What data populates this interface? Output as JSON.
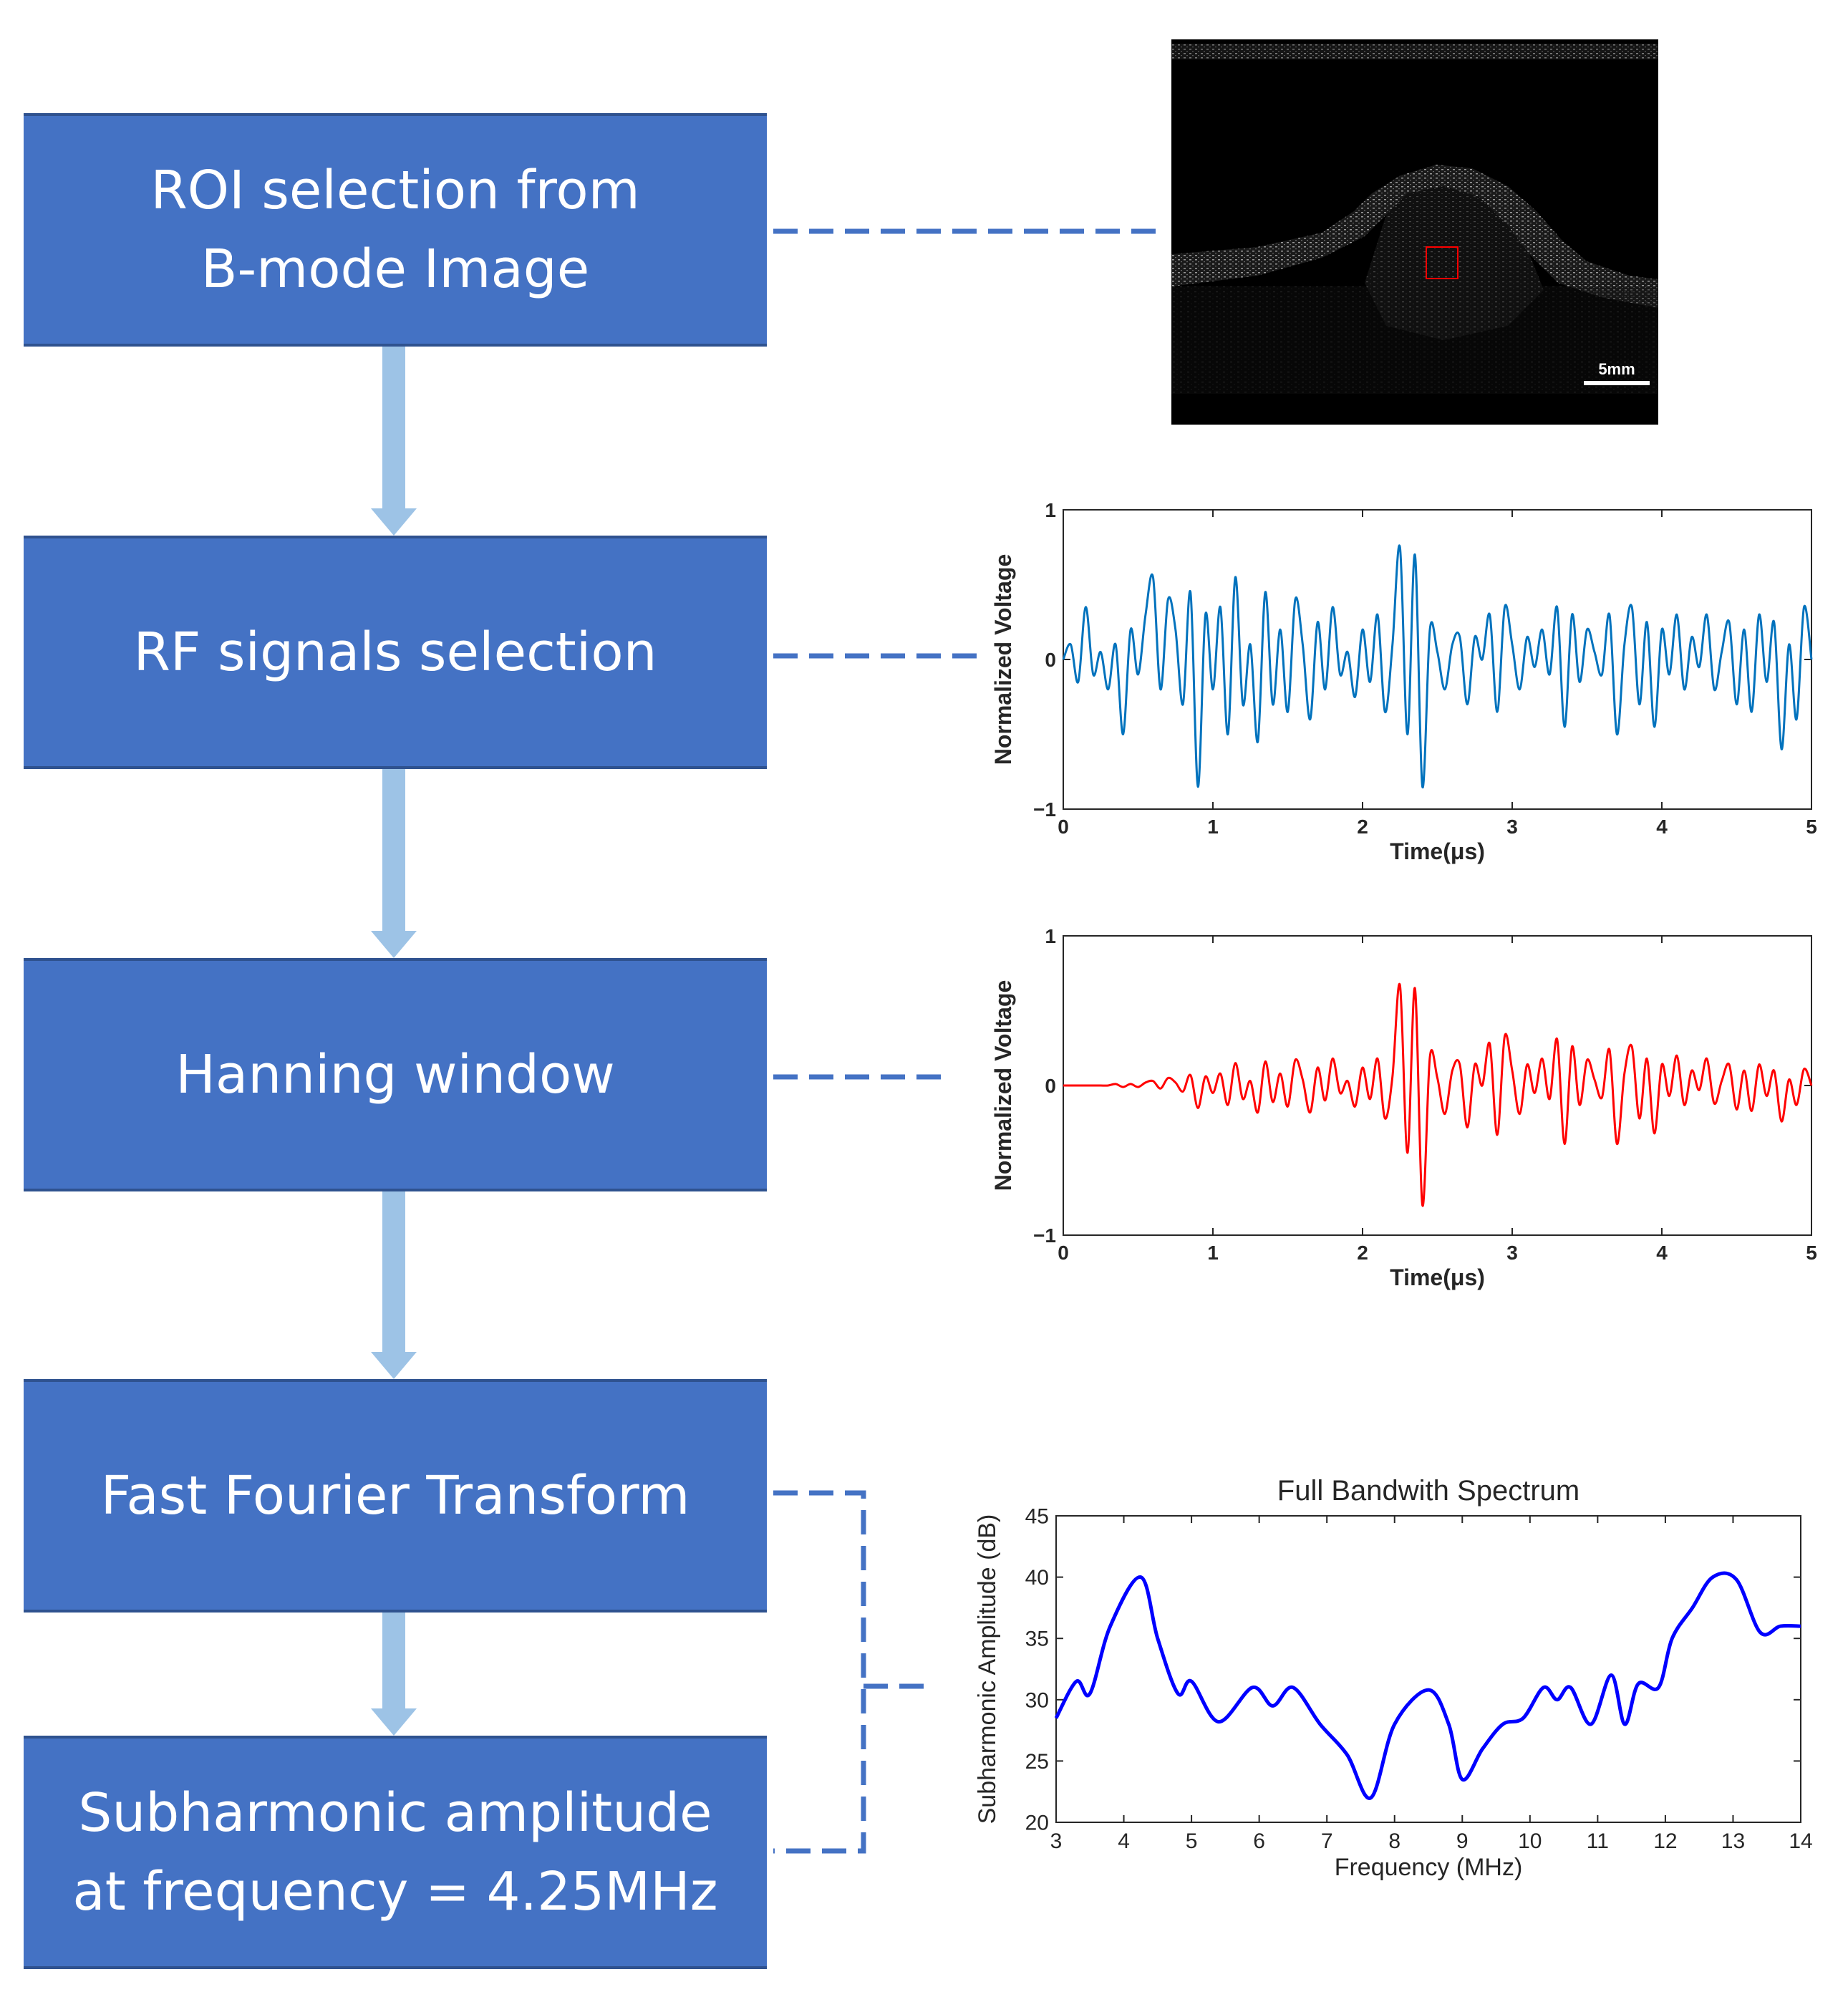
{
  "steps": [
    {
      "lines": [
        "ROI selection from",
        "B-mode Image"
      ]
    },
    {
      "lines": [
        "RF signals selection"
      ]
    },
    {
      "lines": [
        "Hanning window"
      ]
    },
    {
      "lines": [
        "Fast Fourier Transform"
      ]
    },
    {
      "lines": [
        "Subharmonic amplitude",
        "at frequency = 4.25MHz"
      ]
    }
  ],
  "colors": {
    "box_fill": "#4472C4",
    "box_border": "#2F528F",
    "arrow": "#9DC3E6",
    "dash": "#4472C4",
    "rf_line": "#0072BD",
    "hanning_line": "#FF0000",
    "spectrum_line": "#0000FF"
  },
  "bmode": {
    "scale_label": "5mm",
    "roi_color": "#FF0000"
  },
  "chart_data": [
    {
      "type": "line",
      "id": "rf",
      "xlabel": "Time(μs)",
      "ylabel": "Normalized Voltage",
      "xlim": [
        0,
        5
      ],
      "ylim": [
        -1,
        1
      ],
      "xticks": [
        "0",
        "1",
        "2",
        "3",
        "4",
        "5"
      ],
      "yticks": [
        "−1",
        "0",
        "1"
      ],
      "x": [
        0.0,
        0.05,
        0.1,
        0.15,
        0.2,
        0.25,
        0.3,
        0.35,
        0.4,
        0.45,
        0.5,
        0.55,
        0.6,
        0.65,
        0.7,
        0.75,
        0.8,
        0.85,
        0.9,
        0.95,
        1.0,
        1.05,
        1.1,
        1.15,
        1.2,
        1.25,
        1.3,
        1.35,
        1.4,
        1.45,
        1.5,
        1.55,
        1.6,
        1.65,
        1.7,
        1.75,
        1.8,
        1.85,
        1.9,
        1.95,
        2.0,
        2.05,
        2.1,
        2.15,
        2.2,
        2.25,
        2.3,
        2.35,
        2.4,
        2.45,
        2.5,
        2.55,
        2.6,
        2.65,
        2.7,
        2.75,
        2.8,
        2.85,
        2.9,
        2.95,
        3.0,
        3.05,
        3.1,
        3.15,
        3.2,
        3.25,
        3.3,
        3.35,
        3.4,
        3.45,
        3.5,
        3.55,
        3.6,
        3.65,
        3.7,
        3.75,
        3.8,
        3.85,
        3.9,
        3.95,
        4.0,
        4.05,
        4.1,
        4.15,
        4.2,
        4.25,
        4.3,
        4.35,
        4.4,
        4.45,
        4.5,
        4.55,
        4.6,
        4.65,
        4.7,
        4.75,
        4.8,
        4.85,
        4.9,
        4.95,
        5.0
      ],
      "y": [
        0.0,
        0.1,
        -0.15,
        0.35,
        -0.1,
        0.05,
        -0.2,
        0.1,
        -0.5,
        0.2,
        -0.1,
        0.3,
        0.55,
        -0.2,
        0.4,
        0.2,
        -0.3,
        0.45,
        -0.85,
        0.3,
        -0.2,
        0.35,
        -0.5,
        0.55,
        -0.3,
        0.1,
        -0.55,
        0.45,
        -0.3,
        0.2,
        -0.35,
        0.4,
        0.1,
        -0.4,
        0.25,
        -0.2,
        0.35,
        -0.1,
        0.05,
        -0.25,
        0.2,
        -0.15,
        0.3,
        -0.35,
        0.1,
        0.75,
        -0.5,
        0.7,
        -0.85,
        0.2,
        0.05,
        -0.2,
        0.1,
        0.15,
        -0.3,
        0.15,
        0.0,
        0.3,
        -0.35,
        0.35,
        0.1,
        -0.2,
        0.15,
        -0.05,
        0.2,
        -0.1,
        0.35,
        -0.45,
        0.3,
        -0.15,
        0.2,
        0.05,
        -0.1,
        0.3,
        -0.5,
        0.1,
        0.35,
        -0.3,
        0.25,
        -0.45,
        0.2,
        -0.1,
        0.3,
        -0.2,
        0.15,
        -0.05,
        0.3,
        -0.2,
        0.05,
        0.25,
        -0.3,
        0.2,
        -0.35,
        0.3,
        -0.15,
        0.25,
        -0.6,
        0.1,
        -0.4,
        0.35,
        0.0
      ]
    },
    {
      "type": "line",
      "id": "hanning",
      "xlabel": "Time(μs)",
      "ylabel": "Normalized Voltage",
      "xlim": [
        0,
        5
      ],
      "ylim": [
        -1,
        1
      ],
      "xticks": [
        "0",
        "1",
        "2",
        "3",
        "4",
        "5"
      ],
      "yticks": [
        "−1",
        "0",
        "1"
      ],
      "x": [
        0.0,
        0.05,
        0.1,
        0.15,
        0.2,
        0.25,
        0.3,
        0.35,
        0.4,
        0.45,
        0.5,
        0.55,
        0.6,
        0.65,
        0.7,
        0.75,
        0.8,
        0.85,
        0.9,
        0.95,
        1.0,
        1.05,
        1.1,
        1.15,
        1.2,
        1.25,
        1.3,
        1.35,
        1.4,
        1.45,
        1.5,
        1.55,
        1.6,
        1.65,
        1.7,
        1.75,
        1.8,
        1.85,
        1.9,
        1.95,
        2.0,
        2.05,
        2.1,
        2.15,
        2.2,
        2.25,
        2.3,
        2.35,
        2.4,
        2.45,
        2.5,
        2.55,
        2.6,
        2.65,
        2.7,
        2.75,
        2.8,
        2.85,
        2.9,
        2.95,
        3.0,
        3.05,
        3.1,
        3.15,
        3.2,
        3.25,
        3.3,
        3.35,
        3.4,
        3.45,
        3.5,
        3.55,
        3.6,
        3.65,
        3.7,
        3.75,
        3.8,
        3.85,
        3.9,
        3.95,
        4.0,
        4.05,
        4.1,
        4.15,
        4.2,
        4.25,
        4.3,
        4.35,
        4.4,
        4.45,
        4.5,
        4.55,
        4.6,
        4.65,
        4.7,
        4.75,
        4.8,
        4.85,
        4.9,
        4.95,
        5.0
      ],
      "y": [
        0.0,
        0.0,
        0.0,
        0.0,
        0.0,
        0.0,
        0.0,
        0.01,
        -0.01,
        0.01,
        -0.01,
        0.02,
        0.03,
        -0.02,
        0.05,
        0.02,
        -0.04,
        0.07,
        -0.15,
        0.06,
        -0.05,
        0.08,
        -0.13,
        0.15,
        -0.09,
        0.03,
        -0.18,
        0.16,
        -0.11,
        0.08,
        -0.14,
        0.17,
        0.04,
        -0.18,
        0.12,
        -0.1,
        0.18,
        -0.05,
        0.03,
        -0.14,
        0.12,
        -0.09,
        0.18,
        -0.22,
        0.06,
        0.67,
        -0.45,
        0.65,
        -0.8,
        0.19,
        0.05,
        -0.19,
        0.1,
        0.14,
        -0.28,
        0.14,
        0.0,
        0.28,
        -0.33,
        0.33,
        0.1,
        -0.19,
        0.14,
        -0.05,
        0.18,
        -0.09,
        0.31,
        -0.39,
        0.26,
        -0.13,
        0.17,
        0.04,
        -0.08,
        0.24,
        -0.39,
        0.08,
        0.26,
        -0.22,
        0.18,
        -0.32,
        0.14,
        -0.07,
        0.2,
        -0.13,
        0.1,
        -0.03,
        0.18,
        -0.12,
        0.03,
        0.14,
        -0.16,
        0.1,
        -0.17,
        0.14,
        -0.07,
        0.1,
        -0.24,
        0.04,
        -0.13,
        0.11,
        0.0
      ]
    },
    {
      "type": "line",
      "id": "spectrum",
      "title": "Full Bandwith Spectrum",
      "xlabel": "Frequency (MHz)",
      "ylabel": "Subharmonic Amplitude (dB)",
      "xlim": [
        3,
        14
      ],
      "ylim": [
        20,
        45
      ],
      "xticks": [
        "3",
        "4",
        "5",
        "6",
        "7",
        "8",
        "9",
        "10",
        "11",
        "12",
        "13",
        "14"
      ],
      "yticks": [
        "20",
        "25",
        "30",
        "35",
        "40",
        "45"
      ],
      "x": [
        3.0,
        3.3,
        3.5,
        3.8,
        4.25,
        4.5,
        4.8,
        5.0,
        5.4,
        5.9,
        6.2,
        6.5,
        6.9,
        7.3,
        7.65,
        8.0,
        8.5,
        8.8,
        9.0,
        9.3,
        9.6,
        9.9,
        10.2,
        10.4,
        10.6,
        10.9,
        11.2,
        11.4,
        11.6,
        11.9,
        12.1,
        12.4,
        12.7,
        13.05,
        13.4,
        13.7,
        14.0
      ],
      "y": [
        28.5,
        31.5,
        30.5,
        36,
        40,
        35,
        30.5,
        31.5,
        28.2,
        31,
        29.5,
        31,
        28,
        25.5,
        22,
        28,
        30.8,
        28,
        23.5,
        26,
        28,
        28.5,
        31,
        30,
        31,
        28,
        32,
        28,
        31.3,
        31,
        35,
        37.5,
        40,
        39.8,
        35.5,
        36,
        36
      ]
    }
  ]
}
